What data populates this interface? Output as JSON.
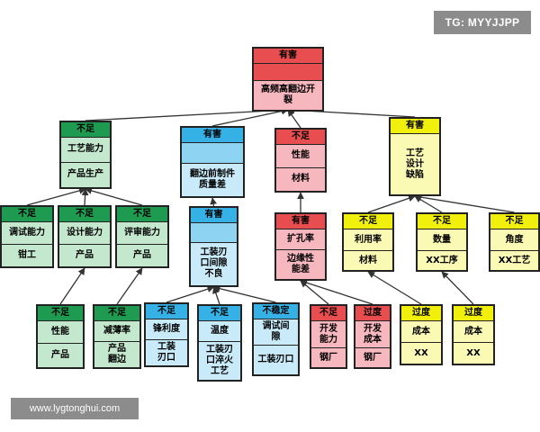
{
  "watermarks": {
    "top_right": "TG: MYYJJPP",
    "bottom_left": "www.lygtonghui.com"
  },
  "colors": {
    "red": "#e84e50",
    "red_light": "#f7b7bf",
    "green": "#1f9a51",
    "green_light": "#c3e8cd",
    "blue": "#35b1e6",
    "blue_light": "#c9ebf9",
    "yellow": "#f1f00d",
    "yellow_light": "#fbfab5"
  },
  "nodes": {
    "root": {
      "tag": "有害",
      "lines": [
        "",
        "高频高翻边开\n裂"
      ]
    },
    "craft_ability": {
      "tag": "不足",
      "lines": [
        "工艺能力",
        "产品生产"
      ]
    },
    "flange_quality": {
      "tag": "有害",
      "lines": [
        "",
        "翻边前制件\n质量差"
      ]
    },
    "performance": {
      "tag": "不足",
      "lines": [
        "性能",
        "材料"
      ]
    },
    "process_design": {
      "tag": "有害",
      "lines": [
        "工艺\n设计\n缺陷"
      ]
    },
    "debug_ability": {
      "tag": "不足",
      "lines": [
        "调试能力",
        "钳工"
      ]
    },
    "design_ability": {
      "tag": "不足",
      "lines": [
        "设计能力",
        "产品"
      ]
    },
    "review_ability": {
      "tag": "不足",
      "lines": [
        "评审能力",
        "产品"
      ]
    },
    "tool_gap": {
      "tag": "有害",
      "lines": [
        "",
        "工装刃\n口间隙\n不良"
      ]
    },
    "hole_expansion": {
      "tag": "有害",
      "lines": [
        "扩孔率",
        "边缘性\n能差"
      ]
    },
    "utilization": {
      "tag": "不足",
      "lines": [
        "利用率",
        "材料"
      ]
    },
    "quantity": {
      "tag": "不足",
      "lines": [
        "数量",
        "XX工序"
      ]
    },
    "angle": {
      "tag": "不足",
      "lines": [
        "角度",
        "XX工艺"
      ]
    },
    "product_performance": {
      "tag": "不足",
      "lines": [
        "性能",
        "产品"
      ]
    },
    "thinning_rate": {
      "tag": "不足",
      "lines": [
        "减薄率",
        "产品\n翻边"
      ]
    },
    "sharpness": {
      "tag": "不足",
      "lines": [
        "锋利度",
        "工装\n刃口"
      ]
    },
    "temperature": {
      "tag": "不足",
      "lines": [
        "温度",
        "工装刃\n口淬火\n工艺"
      ]
    },
    "gap_adjust": {
      "tag": "不稳定",
      "lines": [
        "调试间\n隙",
        "工装刃口"
      ]
    },
    "dev_ability": {
      "tag": "不足",
      "lines": [
        "开发\n能力",
        "钢厂"
      ]
    },
    "dev_cost": {
      "tag": "过度",
      "lines": [
        "开发\n成本",
        "钢厂"
      ]
    },
    "cost_xx_1": {
      "tag": "过度",
      "lines": [
        "成本",
        "XX"
      ]
    },
    "cost_xx_2": {
      "tag": "过度",
      "lines": [
        "成本",
        "XX"
      ]
    }
  }
}
